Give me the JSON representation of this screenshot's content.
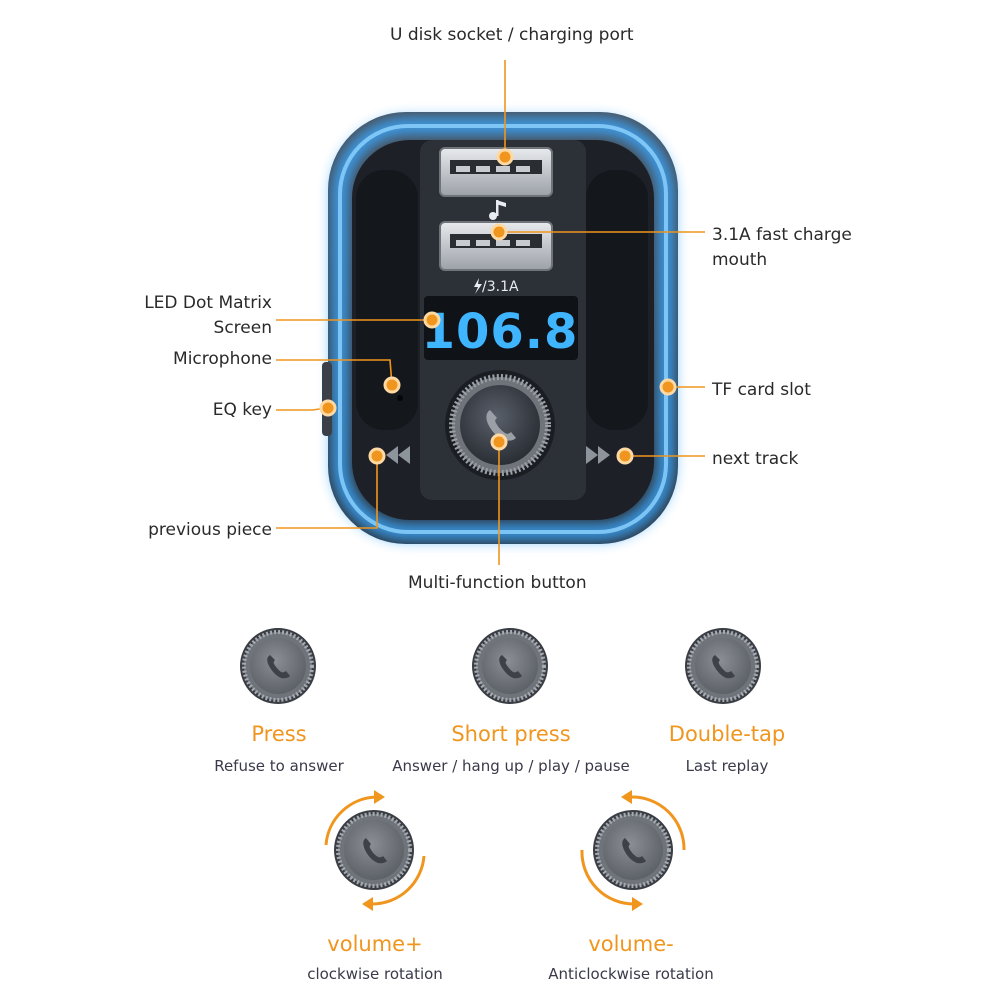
{
  "callouts": {
    "usb_port": "U disk socket / charging port",
    "fast_charge_line1": "3.1A fast charge",
    "fast_charge_line2": "mouth",
    "led_line1": "LED Dot Matrix",
    "led_line2": "Screen",
    "microphone": "Microphone",
    "eq_key": "EQ key",
    "tf_slot": "TF card slot",
    "next_track": "next track",
    "previous_piece": "previous piece",
    "multi_function": "Multi-function button"
  },
  "device": {
    "display_value": "106.8",
    "charge_label": "/3.1A",
    "music_icon": "music-note-icon",
    "next_icon": "fast-forward-icon",
    "prev_icon": "rewind-icon",
    "button_icon": "phone-icon"
  },
  "modes": [
    {
      "title": "Press",
      "desc": "Refuse to answer"
    },
    {
      "title": "Short press",
      "desc": "Answer / hang up / play / pause"
    },
    {
      "title": "Double-tap",
      "desc": "Last replay"
    },
    {
      "title": "volume+",
      "desc": "clockwise rotation",
      "rotation": "clockwise"
    },
    {
      "title": "volume-",
      "desc": "Anticlockwise rotation",
      "rotation": "anticlockwise"
    }
  ],
  "colors": {
    "accent": "#f0951e",
    "glow": "#3aa8ff",
    "body": "#2b3038",
    "display": "#3fb4ff"
  }
}
